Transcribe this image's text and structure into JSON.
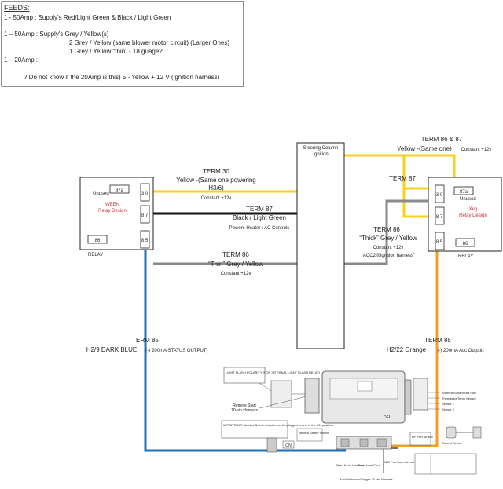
{
  "feeds": {
    "title": "FEEDS:",
    "lines": [
      "1 - 50Amp : Supply's Red/Light Green & Black / Light Green",
      "1 – 50Amp : Supply's Grey / Yellow(s)",
      "2 Grey / Yellow (same blower motor circuit) (Larger Ones)",
      "1 Grey / Yellow “thin” - 18 guage?",
      "1 – 20Amp :",
      "? Do not know if the 20Amp is this) 5 - Yellow + 12 V (ignition harness)"
    ]
  },
  "steering": {
    "line1": "Steering Column",
    "line2": "Ignition"
  },
  "relay_left": {
    "unused": "Unused",
    "pin87a": "87a",
    "name1": "WEEN",
    "name2": "Relay Design",
    "pin30": "3 0",
    "pin87": "8 7",
    "pin86": "86",
    "pin85": "8 5",
    "caption": "RELAY"
  },
  "relay_right": {
    "unused": "Unused",
    "pin87a": "87a",
    "name1": "Xeg",
    "name2": "Relay Design",
    "pin30": "3 0",
    "pin87": "8 7",
    "pin86": "86",
    "pin85": "8 5",
    "caption": "RELAY"
  },
  "labels": {
    "term30": {
      "title": "TERM 30",
      "line1": "Yellow -(Same one powering",
      "line2": "H3/6)",
      "note": "Constant +12v"
    },
    "term87_left": {
      "title": "TERM 87",
      "line1": "Black / Light Green",
      "note": "Powers Heater / AC Controls"
    },
    "term86_left": {
      "title": "TERM 86",
      "line1": "“Thin” Grey / Yellow",
      "note": "Constant +12v"
    },
    "term8687": {
      "title": "TERM 86 & 87",
      "line1": "Yellow -(Same one)",
      "note": "Constant +12v"
    },
    "term87_right": {
      "title": "TERM 87"
    },
    "term86_right": {
      "title": "TERM 86",
      "line1": "“Thick” Grey / Yellow",
      "note": "Constant +12v",
      "note2": "“ACC2@ignition harness”"
    },
    "term85_left": {
      "title": "TERM 85",
      "line1": "H2/9 DARK BLUE",
      "note": "(-) 200mA STATUS OUTPUT)"
    },
    "term85_right": {
      "title": "TERM 85",
      "line1": "H2/22 Orange",
      "note": "(-) 200mA Acc Output)"
    }
  },
  "module": {
    "brand": "DEI",
    "polarity": "LIGHT FLASH POLARITY (FOR INTERNAL LIGHT FLASH RELAY)",
    "remote": "Remote Start",
    "remote2": "10-pin Harness",
    "important": "IMPORTANT!! Neutral Safety switch must be plugged in and in the ON position",
    "on": "ON",
    "neutral": "Neutral Safety Switch",
    "main": "Main 6-pin Harness",
    "doorlock": "Door Lock Port",
    "d2d": "D2D Port (for external Xpresskit interface module)",
    "aux": "Aux/Shutdown/Trigger 24-pin Harness",
    "antenna": "Antenna/SmartStart Port",
    "thermistor": "Thermistor/Temp Sensor",
    "sensor1": "Sensor 1",
    "sensor2": "Sensor 2",
    "rf": "RF Port for Mix",
    "control": "Control Center"
  },
  "colors": {
    "yellow": "#f7d21c",
    "blue": "#1f6fb5",
    "orange": "#f2a01f",
    "grey": "#8a8a8a",
    "black": "#111111",
    "red": "#d0302a"
  }
}
